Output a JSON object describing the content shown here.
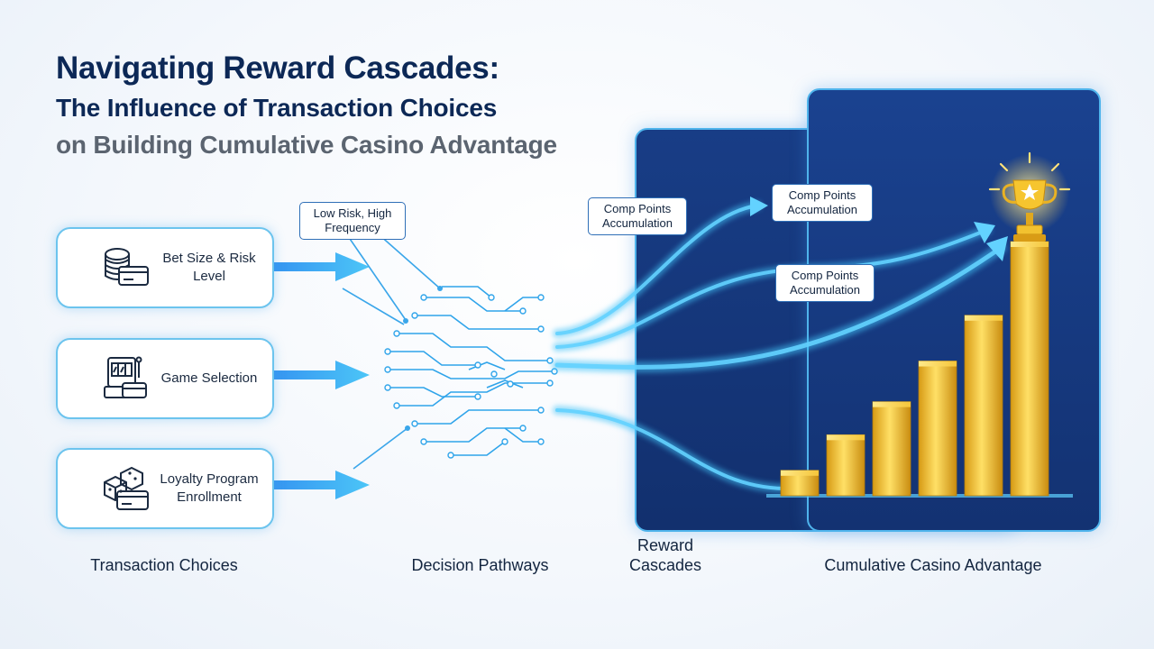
{
  "header": {
    "title": "Navigating Reward Cascades:",
    "subtitle": "The Influence of Transaction Choices",
    "subtitle2": "on Building Cumulative Casino Advantage"
  },
  "choices": [
    {
      "label": "Bet Size & Risk Level",
      "icon": "chips-card-icon"
    },
    {
      "label": "Game Selection",
      "icon": "slot-machine-icon"
    },
    {
      "label": "Loyalty Program Enrollment",
      "icon": "dice-card-icon"
    }
  ],
  "bubbles": {
    "pathway": "Low Risk, High Frequency",
    "comp1": "Comp Points Accumulation",
    "comp2": "Comp Points Accumulation",
    "comp3": "Comp Points Accumulation"
  },
  "sections": {
    "transaction_choices": "Transaction Choices",
    "decision_pathways": "Decision Pathways",
    "reward_cascades": "Reward Cascades",
    "cumulative_advantage": "Cumulative Casino Advantage"
  },
  "colors": {
    "navy": "#0c2856",
    "accent_blue": "#2aa3f0",
    "panel_blue": "#173c84",
    "gold": "#f2c230"
  },
  "advantage_levels": [
    0.1,
    0.24,
    0.37,
    0.53,
    0.71,
    1.0
  ]
}
